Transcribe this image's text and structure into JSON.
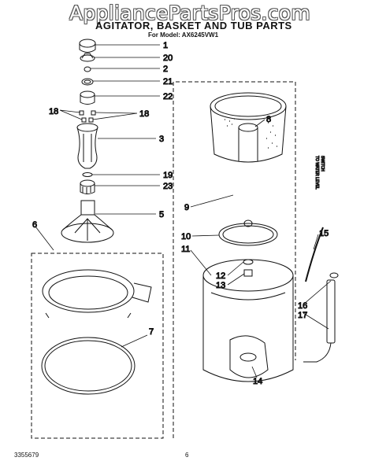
{
  "watermark": "AppliancePartsPros.com",
  "title": "AGITATOR, BASKET AND TUB PARTS",
  "subtitle": "For Model: AX6245VW1",
  "footer": {
    "doc_number": "3355679",
    "page": "6"
  },
  "side_note": [
    "TO WATER LEVEL",
    "SWITCH"
  ],
  "callouts": {
    "c1": "1",
    "c20": "20",
    "c2": "2",
    "c21": "21",
    "c22": "22",
    "c18a": "18",
    "c18b": "18",
    "c3": "3",
    "c19": "19",
    "c23": "23",
    "c5": "5",
    "c6": "6",
    "c7": "7",
    "c8": "8",
    "c9": "9",
    "c10": "10",
    "c11": "11",
    "c12": "12",
    "c13": "13",
    "c14": "14",
    "c15": "15",
    "c16": "16",
    "c17": "17"
  }
}
